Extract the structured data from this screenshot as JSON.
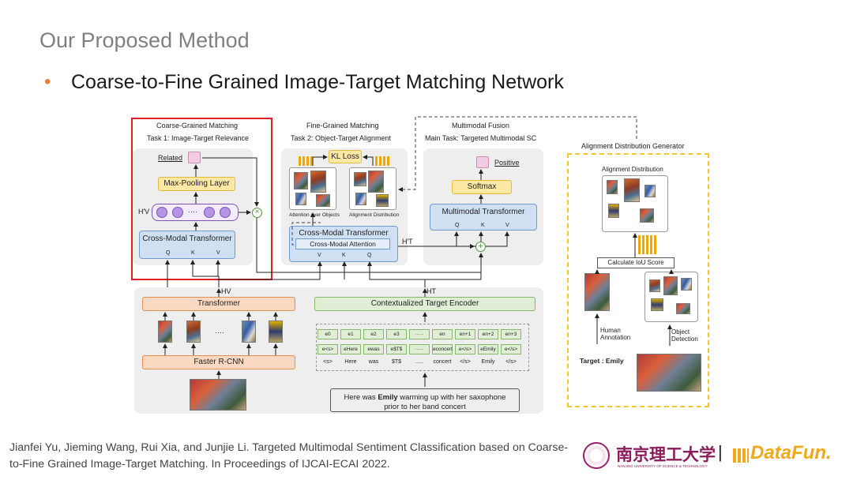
{
  "title": "Our Proposed Method",
  "bullet": "Coarse-to-Fine Grained Image-Target Matching Network",
  "diagram": {
    "coarse": {
      "heading": "Coarse-Grained Matching",
      "subheading": "Task 1: Image-Target Relevance",
      "related": "Related",
      "maxpool": "Max-Pooling Layer",
      "hv_prime": "H′V",
      "dots": "····",
      "transformer": "Cross-Modal Transformer",
      "q": "Q",
      "k": "K",
      "v": "V"
    },
    "fine": {
      "heading": "Fine-Grained Matching",
      "subheading": "Task 2: Object-Target Alignment",
      "kl_loss": "KL Loss",
      "attn_over_objects": "Attention over Objects",
      "alignment_distribution": "Alignment Distribution",
      "transformer": "Cross-Modal Transformer",
      "attention": "Cross-Modal Attention",
      "v": "V",
      "k": "K",
      "q": "Q",
      "ht_prime": "H′T"
    },
    "fusion": {
      "heading": "Multimodal Fusion",
      "subheading": "Main Task: Targeted Multimodal SC",
      "positive": "Positive",
      "softmax": "Softmax",
      "transformer": "Multimodal Transformer",
      "q": "Q",
      "k": "K",
      "v": "V"
    },
    "bottom": {
      "hv": "HV",
      "ht": "HT",
      "transformer": "Transformer",
      "faster_rcnn": "Faster R-CNN",
      "image_dots": "····",
      "encoder": "Contextualized Target Encoder",
      "sentence_line1": "Here was ",
      "sentence_bold": "Emily",
      "sentence_line1_rest": " warming up with her saxophone",
      "sentence_line2": "prior to her band concert",
      "plus": "+",
      "row1": [
        "e0",
        "e1",
        "e2",
        "e3",
        "·····",
        "en",
        "en+1",
        "en+2",
        "en+3"
      ],
      "row2": [
        "e<s>",
        "eHere",
        "ewas",
        "e$T$",
        "·····",
        "econcert",
        "e</s>",
        "eEmily",
        "e</s>"
      ],
      "tokens": [
        "<s>",
        "Here",
        "was",
        "$T$",
        ".....",
        "concert",
        "</s>",
        "Emily",
        "</s>"
      ]
    },
    "generator": {
      "heading": "Alignment Distribution Generator",
      "distribution_label": "Alignment Distribution",
      "iou": "Calculate IoU Score",
      "human": "Human\nAnnotation",
      "object": "Object\nDetection",
      "target": "Target : Emily"
    }
  },
  "citation": "Jianfei Yu, Jieming Wang, Rui Xia, and Junjie Li. Targeted Multimodal Sentiment Classification based on Coarse-to-Fine Grained Image-Target Matching. In Proceedings of IJCAI-ECAI 2022.",
  "logos": {
    "university_cn": "南京理工大学",
    "university_en": "NANJING UNIVERSITY OF SCIENCE & TECHNOLOGY",
    "separator": "|",
    "datafun": "DataFun."
  },
  "colors": {
    "bullet": "#ed7d31",
    "highlight_box": "#e0201f",
    "generator_border": "#f3c630",
    "datafun": "#f0a81c"
  }
}
